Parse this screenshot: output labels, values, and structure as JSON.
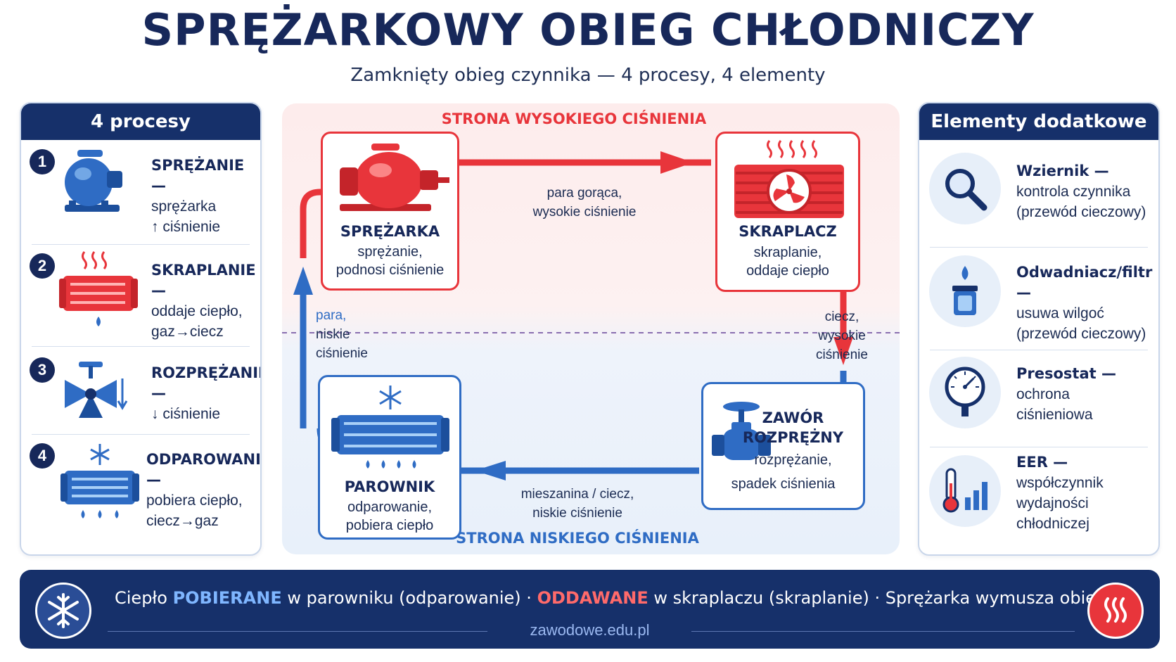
{
  "title": "SPRĘŻARKOWY OBIEG CHŁODNICZY",
  "subtitle": "Zamknięty obieg czynnika — 4 procesy, 4 elementy",
  "colors": {
    "navy": "#16306a",
    "red": "#e8353b",
    "blue": "#2f6cc4",
    "light_blue": "#7fb6ff"
  },
  "left_panel": {
    "title": "4 procesy",
    "processes": [
      {
        "num": "1",
        "name": "SPRĘŻANIE —",
        "line1": "sprężarka",
        "line2": "↑ ciśnienie",
        "icon": "compressor-icon"
      },
      {
        "num": "2",
        "name": "SKRAPLANIE —",
        "line1": "oddaje ciepło,",
        "line2": "gaz→ciecz",
        "icon": "condenser-icon"
      },
      {
        "num": "3",
        "name": "ROZPRĘŻANIE —",
        "line1": "↓ ciśnienie",
        "line2": "",
        "icon": "expansion-valve-icon"
      },
      {
        "num": "4",
        "name": "ODPAROWANIE —",
        "line1": "pobiera ciepło,",
        "line2": "ciecz→gaz",
        "icon": "evaporator-icon"
      }
    ]
  },
  "cycle": {
    "high_side_label": "STRONA WYSOKIEGO CIŚNIENIA",
    "low_side_label": "STRONA NISKIEGO CIŚNIENIA",
    "compressor": {
      "title": "SPRĘŻARKA",
      "line1": "sprężanie,",
      "line2": "podnosi ciśnienie"
    },
    "condenser": {
      "title": "SKRAPLACZ",
      "line1": "skraplanie,",
      "line2": "oddaje ciepło"
    },
    "valve": {
      "title1": "ZAWÓR",
      "title2": "ROZPRĘŻNY",
      "line1": "rozprężanie,",
      "line2": "spadek ciśnienia"
    },
    "evaporator": {
      "title": "PAROWNIK",
      "line1": "odparowanie,",
      "line2": "pobiera ciepło"
    },
    "flow_top": {
      "line1": "para gorąca,",
      "line2": "wysokie ciśnienie"
    },
    "flow_right": {
      "line1": "ciecz,",
      "line2": "wysokie",
      "line3": "ciśnienie"
    },
    "flow_bottom": {
      "line1": "mieszanina / ciecz,",
      "line2": "niskie ciśnienie"
    },
    "flow_left": {
      "line1": "para,",
      "line2": "niskie",
      "line3": "ciśnienie"
    }
  },
  "right_panel": {
    "title": "Elementy dodatkowe",
    "items": [
      {
        "name": "Wziernik —",
        "line1": "kontrola czynnika",
        "line2": "(przewód cieczowy)",
        "line3": "",
        "icon": "magnifier-icon"
      },
      {
        "name": "Odwadniacz/filtr —",
        "line1": "usuwa wilgoć",
        "line2": "(przewód cieczowy)",
        "line3": "",
        "icon": "filter-drier-icon"
      },
      {
        "name": "Presostat —",
        "line1": "ochrona",
        "line2": "ciśnieniowa",
        "line3": "",
        "icon": "pressure-gauge-icon"
      },
      {
        "name": "EER —",
        "line1": "współczynnik",
        "line2": "wydajności",
        "line3": "chłodniczej",
        "icon": "thermometer-chart-icon"
      }
    ]
  },
  "bottom_bar": {
    "part1": "Ciepło ",
    "pobierane": "POBIERANE",
    "part2": " w parowniku (odparowanie) · ",
    "oddawane": "ODDAWANE",
    "part3": " w skraplaczu (skraplanie) · Sprężarka wymusza obieg",
    "url": "zawodowe.edu.pl"
  }
}
